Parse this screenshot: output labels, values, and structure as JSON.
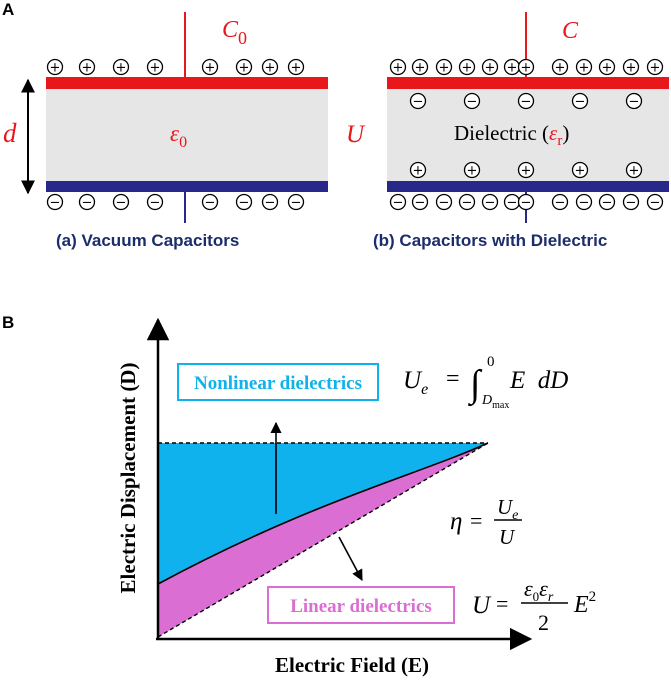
{
  "panel_a": {
    "letter": "A",
    "cap_a": {
      "label_main": "C",
      "label_sub": "0",
      "gap_symbol": "d",
      "inner_main": "ε",
      "inner_sub": "0",
      "caption": "(a) Vacuum Capacitors"
    },
    "cap_b": {
      "label_main": "C",
      "voltage_symbol": "U",
      "inner_text": "Dielectric (",
      "inner_sym": "ε",
      "inner_sub": "r",
      "inner_close": ")",
      "caption": "(b) Capacitors with Dielectric"
    },
    "charges": {
      "plus": "+",
      "minus": "−"
    },
    "colors": {
      "top_plate": "#e8171c",
      "bottom_plate": "#27288a",
      "gap_fill": "#e6e6e6",
      "caption": "#1c2d6b"
    }
  },
  "panel_b": {
    "letter": "B",
    "x_axis_title": "Electric Field  (E)",
    "y_axis_title": "Electric Displacement (D)",
    "nonlinear_label": "Nonlinear dielectrics",
    "linear_label": "Linear dielectrics",
    "eq_ue": {
      "lhs": "U",
      "lhs_sub": "e",
      "eq": "=",
      "upper": "0",
      "lower": "D",
      "lower_sub": "max",
      "body": "E  dD"
    },
    "eq_eta": {
      "lhs": "η",
      "eq": "=",
      "num": "U",
      "num_sub": "e",
      "den": "U"
    },
    "eq_u": {
      "lhs": "U",
      "eq": "=",
      "num": "ε",
      "num_sub1": "0",
      "num2": "ε",
      "num_sub2": "r",
      "den": "2",
      "tail": "E",
      "tail_sup": "2"
    },
    "colors": {
      "nonlinear_fill": "#0fb2ec",
      "linear_fill": "#db6ed2",
      "nonlinear_text": "#0fb2ec",
      "linear_text": "#db6ed2"
    }
  }
}
